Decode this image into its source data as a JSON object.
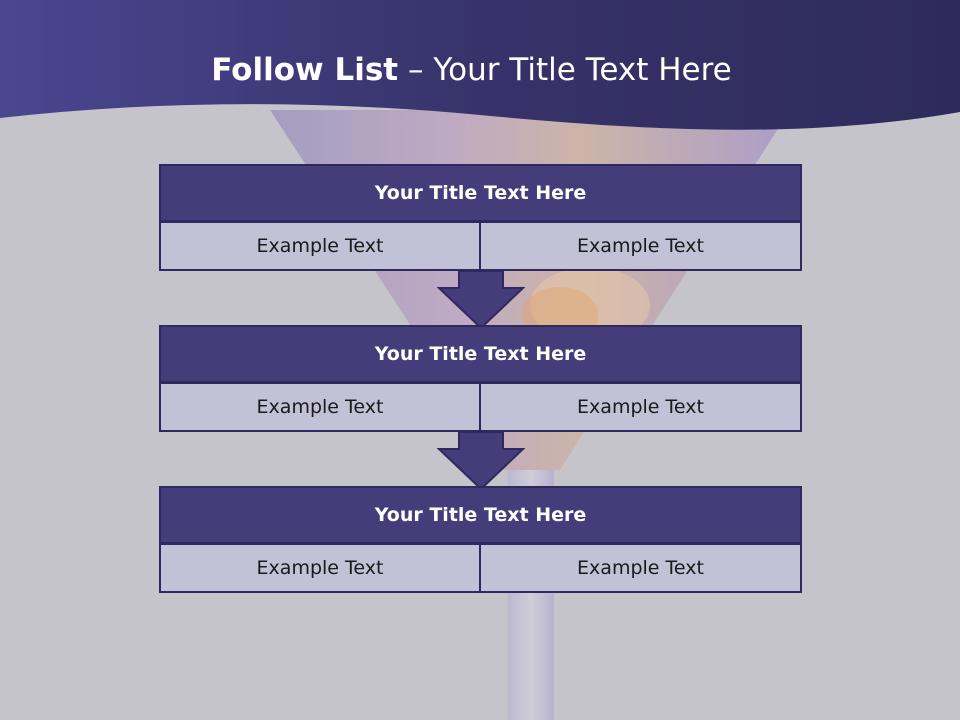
{
  "slide": {
    "title_bold": "Follow List",
    "title_separator": " – ",
    "title_rest": "Your Title Text Here"
  },
  "blocks": [
    {
      "title": "Your Title Text Here",
      "left": "Example Text",
      "right": "Example Text"
    },
    {
      "title": "Your Title Text Here",
      "left": "Example Text",
      "right": "Example Text"
    },
    {
      "title": "Your Title Text Here",
      "left": "Example Text",
      "right": "Example Text"
    }
  ],
  "colors": {
    "header": "#3f397a",
    "box_title": "#453d7a",
    "box_cell": "#c3c1d5",
    "background": "#c5c4cb"
  }
}
